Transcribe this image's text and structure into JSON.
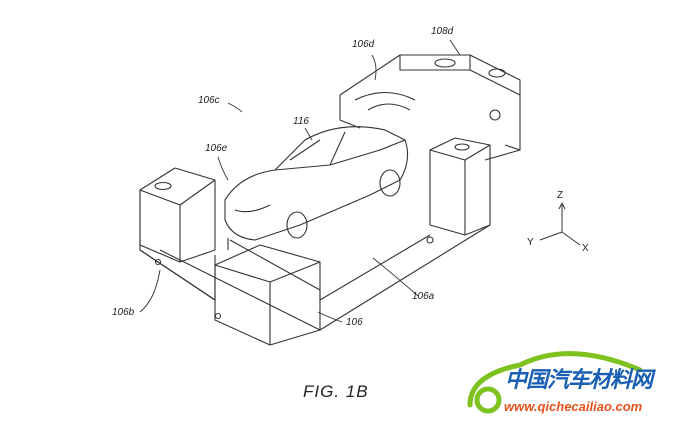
{
  "figure": {
    "caption": "FIG. 1B",
    "labels": {
      "l106d": "106d",
      "l108d": "108d",
      "l106c": "106c",
      "l116": "116",
      "l106e": "106e",
      "l106b": "106b",
      "l106": "106",
      "l106a": "106a"
    },
    "axes": {
      "z": "Z",
      "y": "Y",
      "x": "X"
    }
  },
  "watermark": {
    "name": "中国汽车材料网",
    "url": "www.qichecailiao.com",
    "colors": {
      "blue": "#1a5fb4",
      "orange": "#e8521c",
      "green": "#7dc21e"
    }
  }
}
